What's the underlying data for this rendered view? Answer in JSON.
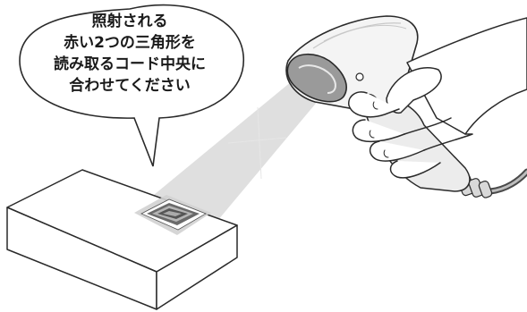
{
  "callout": {
    "lines": [
      "照射される",
      "赤い2つの三角形を",
      "読み取るコード中央に",
      "合わせてください"
    ]
  },
  "colors": {
    "outline": "#2a2a2a",
    "beam": "#d9d9d9",
    "scanner_body": "#f4f4f4",
    "scanner_shade": "#c8c8c8",
    "background": "#ffffff"
  }
}
